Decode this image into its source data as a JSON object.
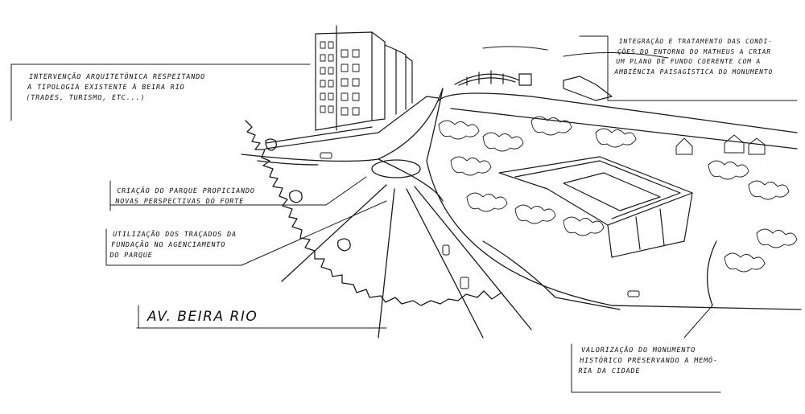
{
  "street_label": "AV. BEIRA RIO",
  "annotations": {
    "architecture": [
      "INTERVENÇÃO ARQUITETÔNICA RESPEITANDO",
      "A TIPOLOGIA EXISTENTE À BEIRA RIO",
      "(TRADES, TURISMO, ETC...)"
    ],
    "river_integration": [
      "INTEGRAÇÃO E TRATAMENTO DAS CONDI-",
      "ÇÕES DO ENTORNO DO MATHEUS A CRIAR",
      "UM PLANO DE FUNDO COERENTE COM A",
      "AMBIÊNCIA PAISAGÍSTICA DO MONUMENTO"
    ],
    "park_creation": [
      "CRIAÇÃO DO PARQUE PROPICIANDO",
      "NOVAS PERSPECTIVAS DO FORTE"
    ],
    "foundation_lines": [
      "UTILIZAÇÃO DOS TRAÇADOS DA",
      "FUNDAÇÃO NO AGENCIAMENTO",
      "DO PARQUE"
    ],
    "monument": [
      "VALORIZAÇÃO DO MONUMENTO",
      "HISTÓRICO PRESERVANDO A MEMÓ-",
      "RIA DA CIDADE"
    ]
  }
}
